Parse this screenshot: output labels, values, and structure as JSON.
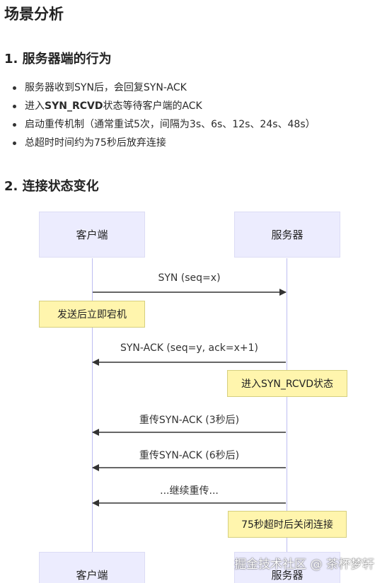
{
  "page": {
    "title": "场景分析",
    "section1_title": "1. 服务器端的行为",
    "section2_title": "2. 连接状态变化"
  },
  "bullets": [
    {
      "text": "服务器收到SYN后，会回复SYN-ACK"
    },
    {
      "prefix": "进入",
      "bold": "SYN_RCVD",
      "suffix": "状态等待客户端的ACK"
    },
    {
      "text": "启动重传机制（通常重试5次，间隔为3s、6s、12s、24s、48s）"
    },
    {
      "text": "总超时时间约为75秒后放弃连接"
    }
  ],
  "diagram": {
    "actors": {
      "client": "客户端",
      "server": "服务器"
    },
    "messages": [
      {
        "label": "SYN (seq=x)",
        "direction": "client-to-server"
      },
      {
        "label": "SYN-ACK (seq=y, ack=x+1)",
        "direction": "server-to-client"
      },
      {
        "label": "重传SYN-ACK (3秒后)",
        "direction": "server-to-client"
      },
      {
        "label": "重传SYN-ACK (6秒后)",
        "direction": "server-to-client"
      },
      {
        "label": "...继续重传...",
        "direction": "server-to-client"
      }
    ],
    "notes": [
      {
        "text": "发送后立即宕机",
        "over": "client"
      },
      {
        "text": "进入SYN_RCVD状态",
        "over": "server"
      },
      {
        "text": "75秒超时后关闭连接",
        "over": "server"
      }
    ],
    "colors": {
      "actor_fill": "#ececfe",
      "note_fill": "#fff5ad",
      "lifeline": "#bdbdf2",
      "arrow": "#333333"
    }
  },
  "watermark": "掘金技术社区 @ 茶杯梦轩"
}
